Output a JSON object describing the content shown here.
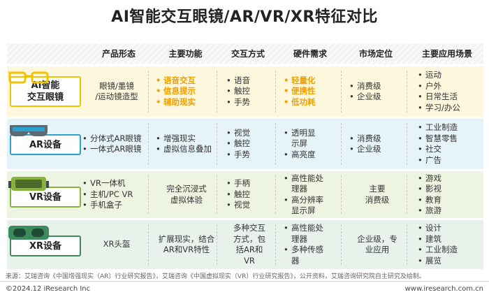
{
  "title": "AI智能交互眼镜/AR/VR/XR特征对比",
  "columns": [
    "产品形态",
    "主要功能",
    "交互方式",
    "硬件需求",
    "市场定位",
    "主要应用场景"
  ],
  "rows": [
    {
      "label": "AI智能\n交互眼镜",
      "form": "眼镜/墨镜\n/运动镜造型",
      "functions": [
        "语音交互",
        "信息提示",
        "辅助现实"
      ],
      "interaction": [
        "语音",
        "触控",
        "手势"
      ],
      "hardware": [
        "轻量化",
        "便携性",
        "低功耗"
      ],
      "market": [
        "消费级",
        "企业级"
      ],
      "scenarios": [
        "运动",
        "户外",
        "日常生活",
        "学习/办公"
      ]
    },
    {
      "label": "AR设备",
      "form": [
        "分体式AR眼镜",
        "一体式AR眼镜"
      ],
      "functions": [
        "增强现实",
        "虚拟信息叠加"
      ],
      "interaction": [
        "视觉",
        "触控",
        "手势"
      ],
      "hardware": [
        "透明显\n示屏",
        "高亮度"
      ],
      "market": [
        "消费级",
        "企业级"
      ],
      "scenarios": [
        "工业制造",
        "智慧零售",
        "社交",
        "广告"
      ]
    },
    {
      "label": "VR设备",
      "form": [
        "VR一体机",
        "主机/PC VR",
        "手机盒子"
      ],
      "functions": "完全沉浸式\n虚拟体验",
      "interaction": [
        "手柄",
        "触控",
        "视觉"
      ],
      "hardware": [
        "高性能处\n理器",
        "高分辨率\n显示屏"
      ],
      "market": "主要\n消费级",
      "scenarios": [
        "游戏",
        "影视",
        "教育",
        "旅游"
      ]
    },
    {
      "label": "XR设备",
      "form": "XR头盔",
      "functions": "扩展现实，结合\nAR和VR特性",
      "interaction": "多种交互\n方式，包\n括AR和\nVR",
      "hardware": [
        "高性能处\n理器",
        "多种传感\n器"
      ],
      "market": "企业级，专\n业应用",
      "scenarios": [
        "设计",
        "建筑",
        "工业制造",
        "展览"
      ]
    }
  ],
  "source": "来源：艾瑞咨询《中国增强现实（AR）行业研究报告》，艾瑞咨询《中国虚拟现实（VR）行业研究报告》，公开资料，艾瑞咨询研究院自主研究及绘制。",
  "footer_left": "©2024.12 iResearch Inc",
  "footer_right": "www.iresearch.com.cn",
  "colors": {
    "row_ai": "#fdf7dd",
    "border_ai": "#f2c200",
    "row_ar": "#e6f3f9",
    "border_ar": "#2aa3d2",
    "row_vr": "#eef4e2",
    "border_vr": "#86b33e",
    "row_xr": "#e9f2ea",
    "border_xr": "#3e8a5f",
    "highlight": "#f0a000"
  },
  "icons": [
    "glasses-icon",
    "ar-goggles-icon",
    "vr-headset-icon",
    "xr-headset-icon"
  ]
}
